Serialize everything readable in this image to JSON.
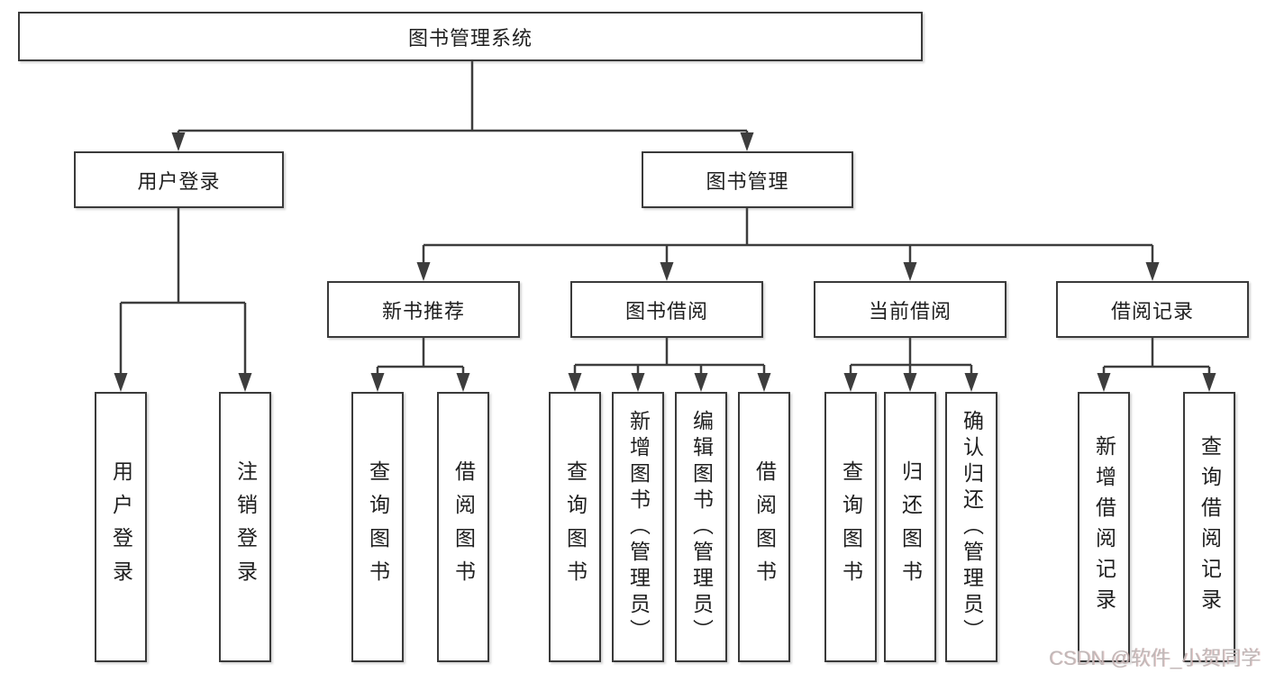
{
  "title": "图书管理系统",
  "level2": {
    "user_login": "用户登录",
    "book_management": "图书管理"
  },
  "level3": {
    "new_book_recommend": "新书推荐",
    "book_borrowing": "图书借阅",
    "current_borrowing": "当前借阅",
    "borrowing_records": "借阅记录"
  },
  "leaves": {
    "user_login": "用户登录",
    "logout": "注销登录",
    "recommend_query_books": "查询图书",
    "recommend_borrow_books": "借阅图书",
    "borrowing_query_books": "查询图书",
    "borrowing_add_books_admin": "新增图书（管理员）",
    "borrowing_edit_books_admin": "编辑图书（管理员）",
    "borrowing_borrow_books": "借阅图书",
    "current_query_books": "查询图书",
    "current_return_books": "归还图书",
    "current_confirm_return_admin": "确认归还（管理员）",
    "records_add_record": "新增借阅记录",
    "records_query_record": "查询借阅记录"
  },
  "watermark": "CSDN @软件_小贺同学",
  "colors": {
    "line": "#3d3d3d",
    "box_border": "#3a3a3a",
    "text": "#1f1f1f",
    "watermark": "#c0b8b8",
    "background": "#ffffff"
  }
}
